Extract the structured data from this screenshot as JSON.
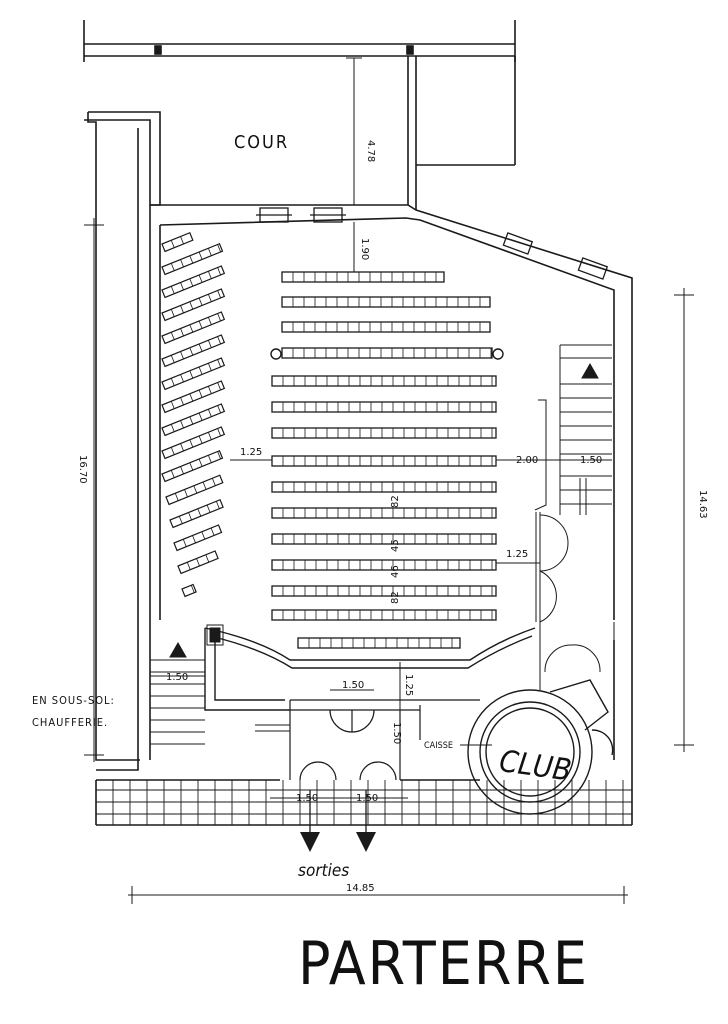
{
  "title": "PARTERRE",
  "labels": {
    "cour": "COUR",
    "sous_sol_line1": "EN SOUS-SOL:",
    "sous_sol_line2": "CHAUFFERIE.",
    "caisse": "CAISSE",
    "club": "CLUB",
    "sorties": "sorties"
  },
  "dimensions": {
    "court_depth": "4.78",
    "front_gap": "1.90",
    "left_height": "16.70",
    "right_height": "14.63",
    "total_width": "14.85",
    "left_aisle": "1.25",
    "right_aisle": "2.00",
    "stair_width": "1.50",
    "door_aisle": "1.25",
    "lobby_door": "1.50",
    "lobby_depth_a": "1.25",
    "lobby_depth_b": "1.50",
    "exit_a": "1.50",
    "exit_b": "1.50",
    "row_a": "82",
    "row_b": "45",
    "row_c": "46",
    "row_d": "82"
  },
  "colors": {
    "ink": "#1a1a1a",
    "paper": "#ffffff"
  }
}
